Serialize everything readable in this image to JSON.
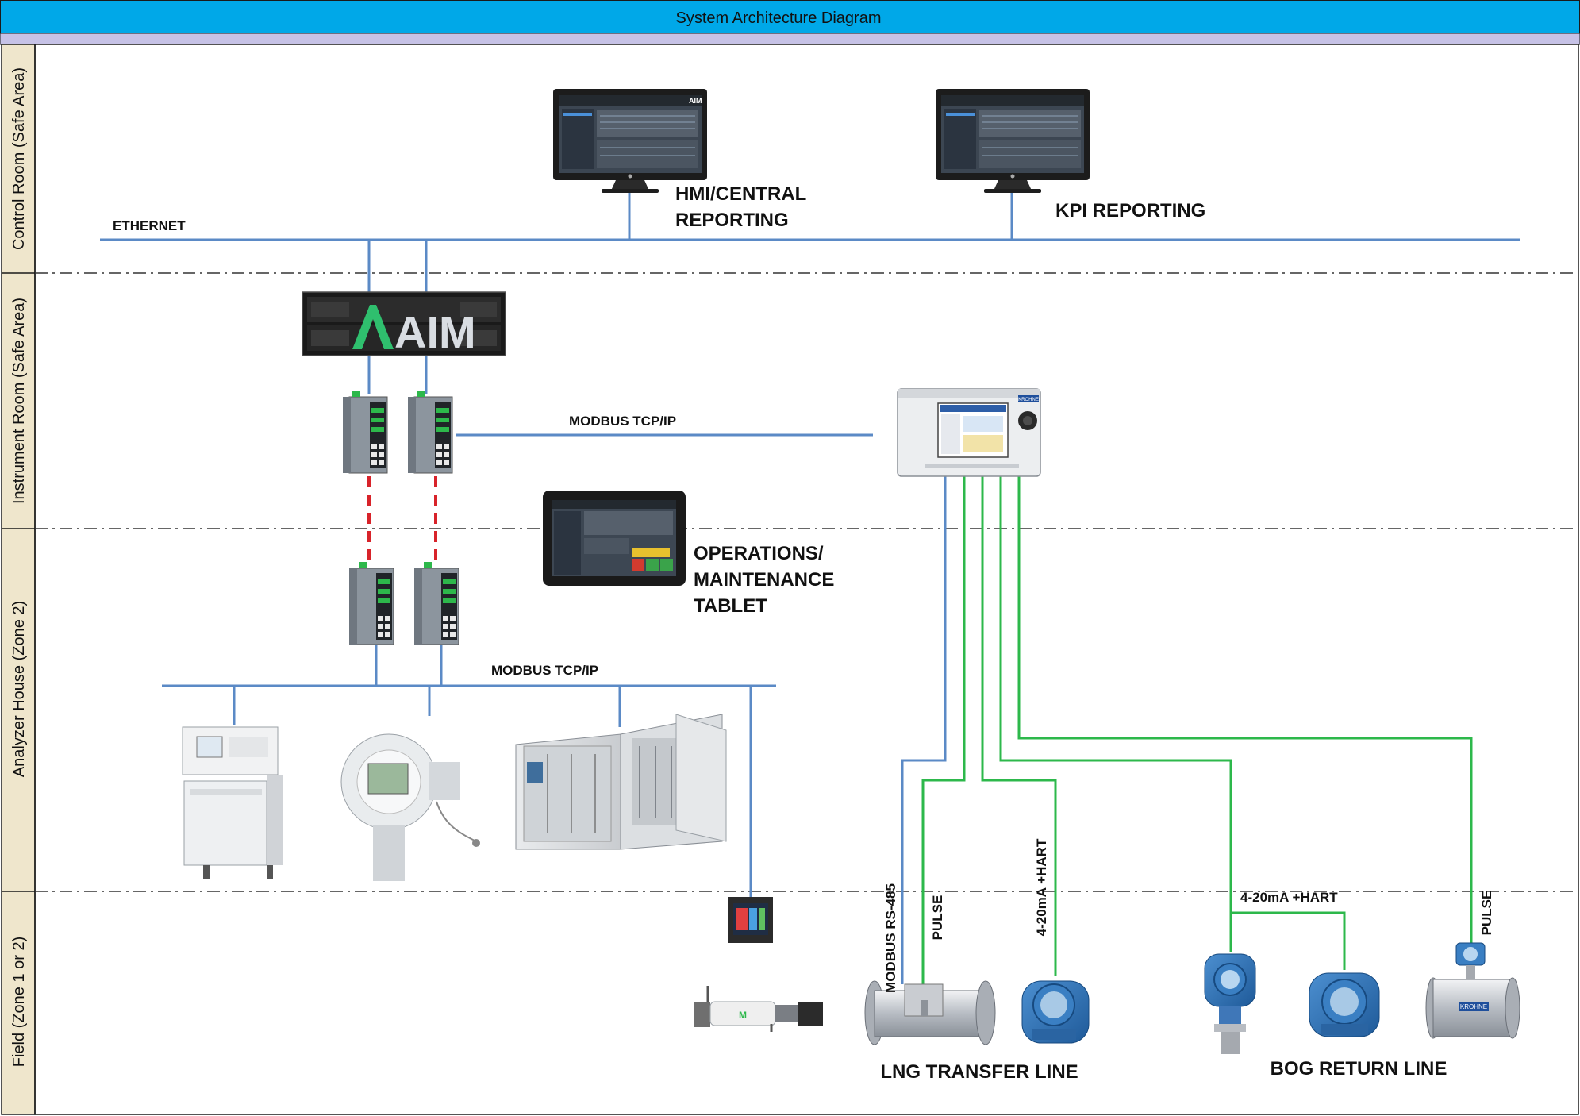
{
  "title": "System Architecture Diagram",
  "zones": {
    "control_room": "Control Room (Safe Area)",
    "instrument_room": "Instrument Room (Safe Area)",
    "analyzer_house": "Analyzer House (Zone 2)",
    "field": "Field (Zone 1 or 2)"
  },
  "networks": {
    "ethernet": "ETHERNET",
    "modbus_tcp_upper": "MODBUS TCP/IP",
    "modbus_tcp_lower": "MODBUS TCP/IP"
  },
  "devices": {
    "hmi": {
      "line1": "HMI/CENTRAL",
      "line2": "REPORTING"
    },
    "kpi": "KPI REPORTING",
    "server_logo": "AIM",
    "monitor_logo": "AIM",
    "tablet": {
      "line1": "OPERATIONS/",
      "line2": "MAINTENANCE",
      "line3": "TABLET"
    },
    "flow_computer_brand": "KROHNE",
    "meter_brand": "KROHNE"
  },
  "signals": {
    "modbus_rs485": "MODBUS RS-485",
    "pulse_transfer": "PULSE",
    "hart_transfer": "4-20mA +HART",
    "hart_bog": "4-20mA +HART",
    "pulse_bog": "PULSE"
  },
  "lines": {
    "lng_transfer": "LNG TRANSFER LINE",
    "bog_return": "BOG RETURN LINE"
  },
  "colors": {
    "title_bar": "#00a8e8",
    "zone_sidebar": "#efe6cc",
    "ethernet_line": "#5b8ac6",
    "signal_green": "#2db84b",
    "fiber_red": "#d8232a"
  }
}
